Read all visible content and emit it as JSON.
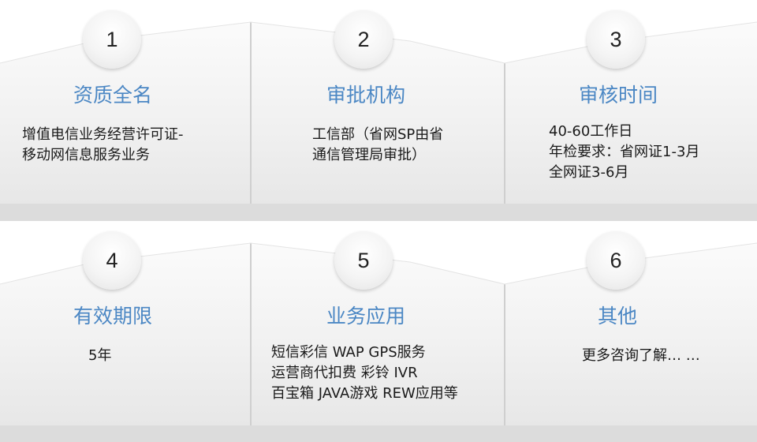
{
  "colors": {
    "title_blue": "#4b87c4",
    "card_face": "#f0f0f0",
    "card_bottom": "#dedede",
    "base_band": "#dcdcdc",
    "text": "#1a1a1a"
  },
  "rows": [
    {
      "cards": [
        {
          "number": "1",
          "title": "资质全名",
          "lines": [
            "增值电信业务经营许可证-",
            "移动网信息服务业务"
          ]
        },
        {
          "number": "2",
          "title": "审批机构",
          "lines": [
            "工信部（省网SP由省",
            "通信管理局审批）"
          ]
        },
        {
          "number": "3",
          "title": "审核时间",
          "lines": [
            "40-60工作日",
            "年检要求：省网证1-3月",
            "全网证3-6月"
          ]
        }
      ]
    },
    {
      "cards": [
        {
          "number": "4",
          "title": "有效期限",
          "lines": [
            "5年"
          ]
        },
        {
          "number": "5",
          "title": "业务应用",
          "lines": [
            "短信彩信 WAP GPS服务",
            "运营商代扣费 彩铃 IVR",
            "百宝箱 JAVA游戏 REW应用等"
          ]
        },
        {
          "number": "6",
          "title": "其他",
          "lines": [
            "更多咨询了解… …"
          ]
        }
      ]
    }
  ]
}
